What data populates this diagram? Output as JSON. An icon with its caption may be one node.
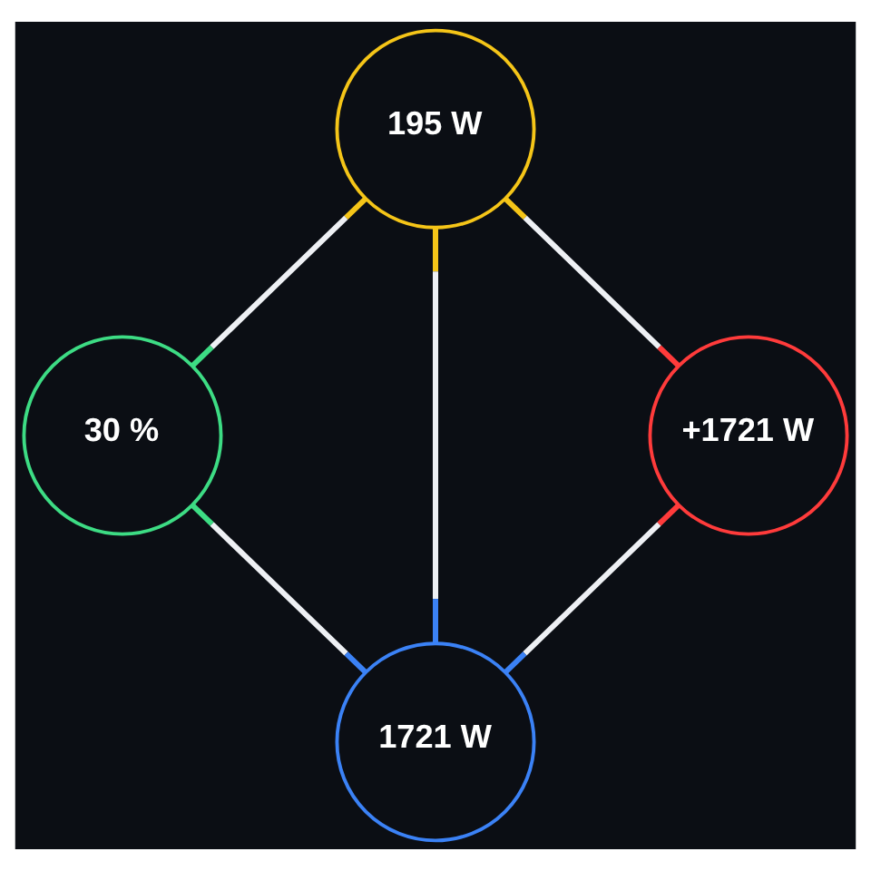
{
  "diagram": {
    "nodes": [
      {
        "text": [
          "195 W"
        ]
      },
      {
        "text": [
          "30 %"
        ]
      },
      {
        "text": [
          "+1721 W"
        ]
      },
      {
        "text": [
          "1721 W"
        ]
      }
    ],
    "edges": [
      {
        "from": 0,
        "to": 1,
        "arrow": "none"
      },
      {
        "from": 0,
        "to": 3,
        "arrow": "none"
      },
      {
        "from": 0,
        "to": 2,
        "arrow": "none"
      },
      {
        "from": 1,
        "to": 3,
        "arrow": "none"
      },
      {
        "from": 2,
        "to": 3,
        "arrow": "none"
      }
    ]
  }
}
